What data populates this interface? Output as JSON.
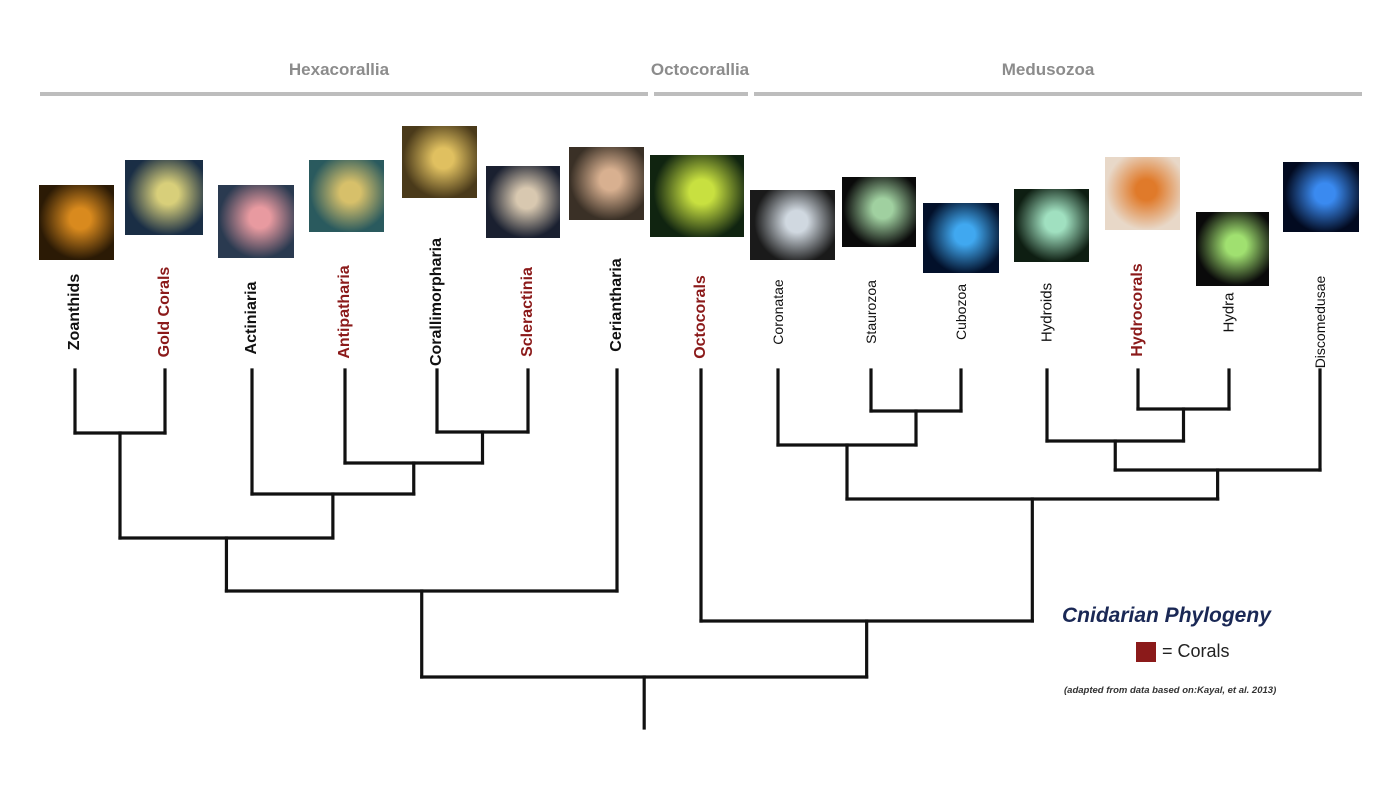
{
  "groups": [
    {
      "label": "Hexacorallia"
    },
    {
      "label": "Octocorallia"
    },
    {
      "label": "Medusozoa"
    }
  ],
  "colors": {
    "coral": "#8b1a1a",
    "normal": "#111111",
    "branch": "#111111",
    "group_bar": "#bdbdbd",
    "group_label": "#8c8c8c",
    "legend_title": "#1a2855"
  },
  "taxa": [
    {
      "label": "Zoanthids",
      "coral": false,
      "bold": true,
      "photo": "zoanthid-colony-photo"
    },
    {
      "label": "Gold Corals",
      "coral": true,
      "bold": true,
      "photo": "gold-coral-photo"
    },
    {
      "label": "Actiniaria",
      "coral": false,
      "bold": true,
      "photo": "sea-anemone-photo"
    },
    {
      "label": "Antipatharia",
      "coral": true,
      "bold": true,
      "photo": "black-coral-whip-photo"
    },
    {
      "label": "Corallimorpharia",
      "coral": false,
      "bold": true,
      "photo": "corallimorph-photo"
    },
    {
      "label": "Scleractinia",
      "coral": true,
      "bold": true,
      "photo": "stony-coral-photo"
    },
    {
      "label": "Ceriantharia",
      "coral": false,
      "bold": true,
      "photo": "tube-anemone-photo"
    },
    {
      "label": "Octocorals",
      "coral": true,
      "bold": true,
      "photo": "octocoral-polyp-photo"
    },
    {
      "label": "Coronatae",
      "coral": false,
      "bold": false,
      "photo": "crown-jellyfish-photo"
    },
    {
      "label": "Staurozoa",
      "coral": false,
      "bold": false,
      "photo": "stalked-jellyfish-photo"
    },
    {
      "label": "Cubozoa",
      "coral": false,
      "bold": false,
      "photo": "box-jellyfish-photo"
    },
    {
      "label": "Hydroids",
      "coral": false,
      "bold": false,
      "photo": "hydroid-photo"
    },
    {
      "label": "Hydrocorals",
      "coral": true,
      "bold": true,
      "photo": "fire-coral-photo"
    },
    {
      "label": "Hydra",
      "coral": false,
      "bold": false,
      "photo": "hydra-photo"
    },
    {
      "label": "Discomedusae",
      "coral": false,
      "bold": false,
      "photo": "moon-jellyfish-photo"
    }
  ],
  "tree": {
    "note": "internal nodes join child indices into clades",
    "clades": [
      [
        0,
        1
      ],
      [
        4,
        5
      ],
      [
        3,
        "c1"
      ],
      [
        2,
        "c2"
      ],
      [
        "c0",
        "c3"
      ],
      [
        "c4",
        6
      ],
      [
        9,
        10
      ],
      [
        8,
        "c6"
      ],
      [
        12,
        13
      ],
      [
        11,
        "c8"
      ],
      [
        "c9",
        14
      ],
      [
        "c7",
        "c10"
      ],
      [
        7,
        "c11"
      ],
      [
        "c5",
        "c12"
      ]
    ]
  },
  "legend": {
    "title": "Cnidarian Phylogeny",
    "swatch_label": "= Corals",
    "source": "(adapted from data based on:Kayal, et al. 2013)"
  }
}
